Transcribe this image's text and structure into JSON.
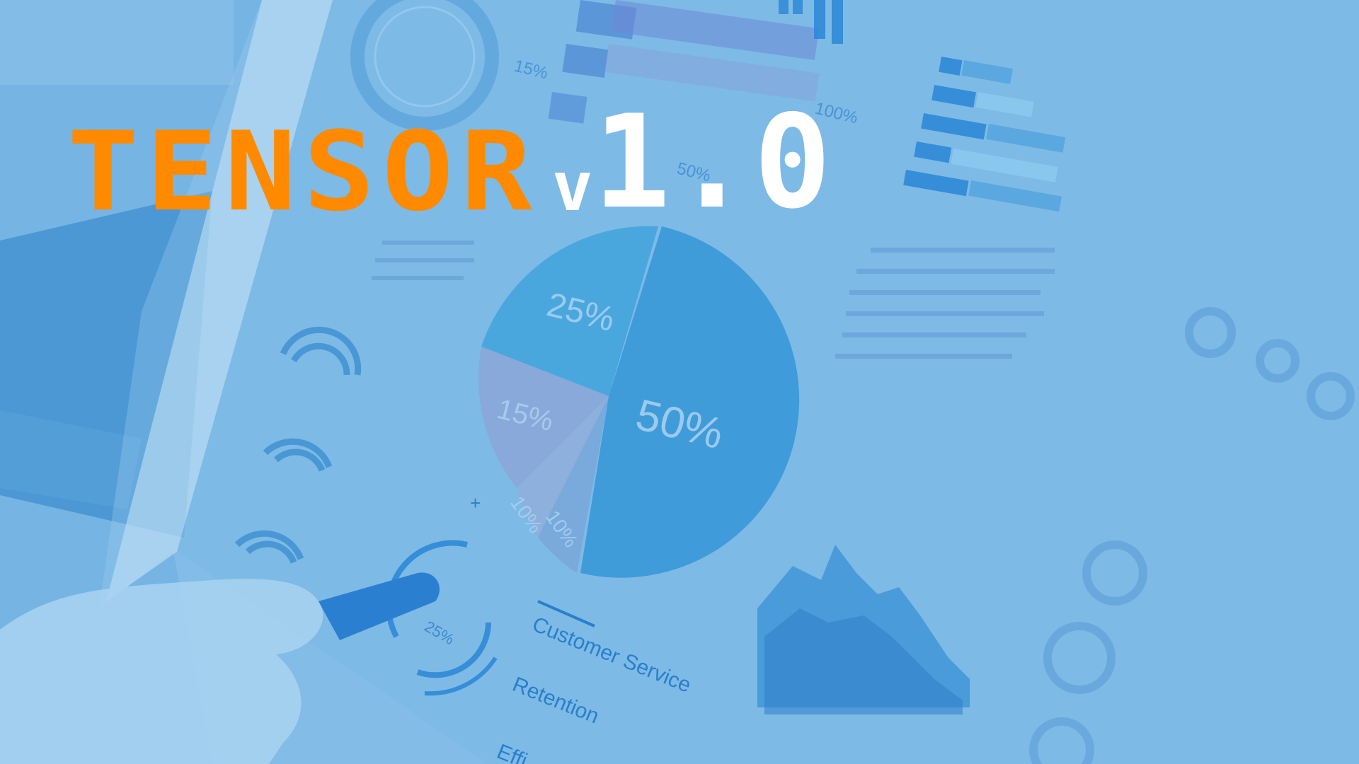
{
  "title": {
    "name": "TENSOR",
    "version_prefix": "v",
    "version_number": "1.0"
  },
  "background": {
    "pie_labels": [
      "25%",
      "50%",
      "15%",
      "10%",
      "10%"
    ],
    "top_labels": [
      "15%",
      "100%",
      "50%"
    ],
    "ring_label": "25%",
    "legend": [
      "Customer Service",
      "Retention",
      "Effi"
    ]
  },
  "colors": {
    "tint": "#6fb0e2",
    "title_orange": "#ff8a00",
    "title_white": "#ffffff"
  }
}
